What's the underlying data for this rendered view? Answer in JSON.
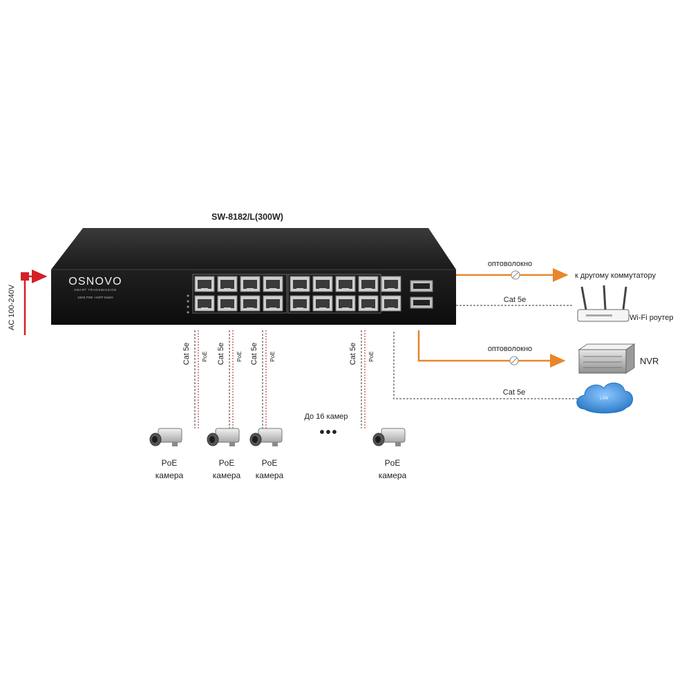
{
  "switch": {
    "model": "SW-8182/L(300W)",
    "brand": "OSNOVO",
    "brand_tagline": "SMART TRANSMISSION",
    "front_text": "16GE POE +2SFP Switch"
  },
  "power": {
    "label": "AC 100-240V"
  },
  "uplinks": {
    "fiber_top_label": "оптоволокно",
    "to_switch_label": "к другому коммутатору",
    "cat5e_top_label": "Cat 5e",
    "wifi_label": "Wi-Fi роутер",
    "fiber_mid_label": "оптоволокно",
    "nvr_label": "NVR",
    "cat5e_bottom_label": "Cat 5e",
    "lan_label": "LAN"
  },
  "downlinks": {
    "cable_cat": "Cat 5e",
    "cable_poe": "PoE",
    "ellipsis": "•••",
    "up_to_label": "До 16 камер",
    "camera_line1": "PoE",
    "camera_line2": "камера"
  },
  "colors": {
    "switch_body": "#161616",
    "fiber": "#e8862a",
    "power": "#d41f26",
    "cable": "#9a9a9a",
    "cloud": "#3a8fd6"
  }
}
